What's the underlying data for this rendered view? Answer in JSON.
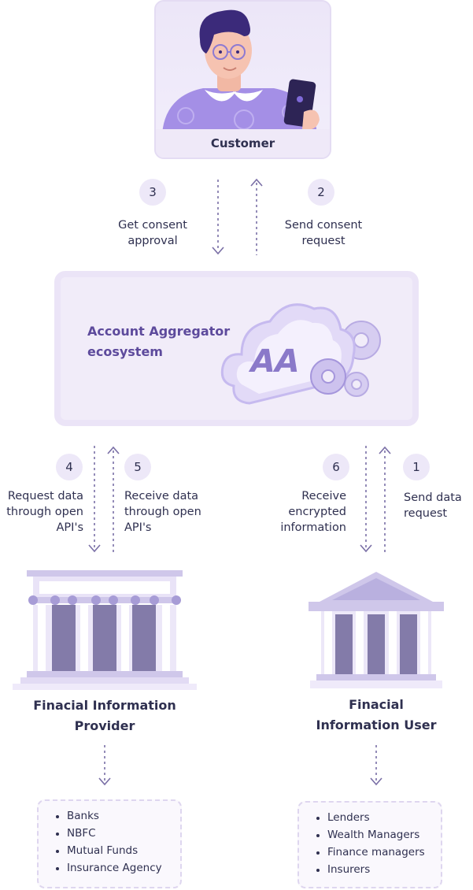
{
  "customer": {
    "label": "Customer"
  },
  "steps": [
    {
      "number": "1",
      "lines": [
        "Send data",
        "request"
      ]
    },
    {
      "number": "2",
      "lines": [
        "Send consent",
        "request"
      ]
    },
    {
      "number": "3",
      "lines": [
        "Get consent",
        "approval"
      ]
    },
    {
      "number": "4",
      "lines": [
        "Request data",
        "through open",
        "API's"
      ]
    },
    {
      "number": "5",
      "lines": [
        "Receive data",
        "through open",
        "API's"
      ]
    },
    {
      "number": "6",
      "lines": [
        "Receive",
        "encrypted",
        "information"
      ]
    }
  ],
  "aa": {
    "title_lines": [
      "Account Aggregator",
      "ecosystem"
    ],
    "logo_text": "AA"
  },
  "fip": {
    "title_lines": [
      "Finacial Information",
      "Provider"
    ],
    "items": [
      "Banks",
      "NBFC",
      "Mutual Funds",
      "Insurance Agency"
    ]
  },
  "fiu": {
    "title_lines": [
      "Finacial",
      "Information User"
    ],
    "items": [
      "Lenders",
      "Wealth Managers",
      "Finance managers",
      "Insurers"
    ]
  },
  "colors": {
    "accent": "#5d4a9c",
    "arrow": "#7a6fa6",
    "card_bg": "#f1ecf9",
    "pillar": "#837ba9",
    "pillar_light": "#cfc7ea"
  }
}
